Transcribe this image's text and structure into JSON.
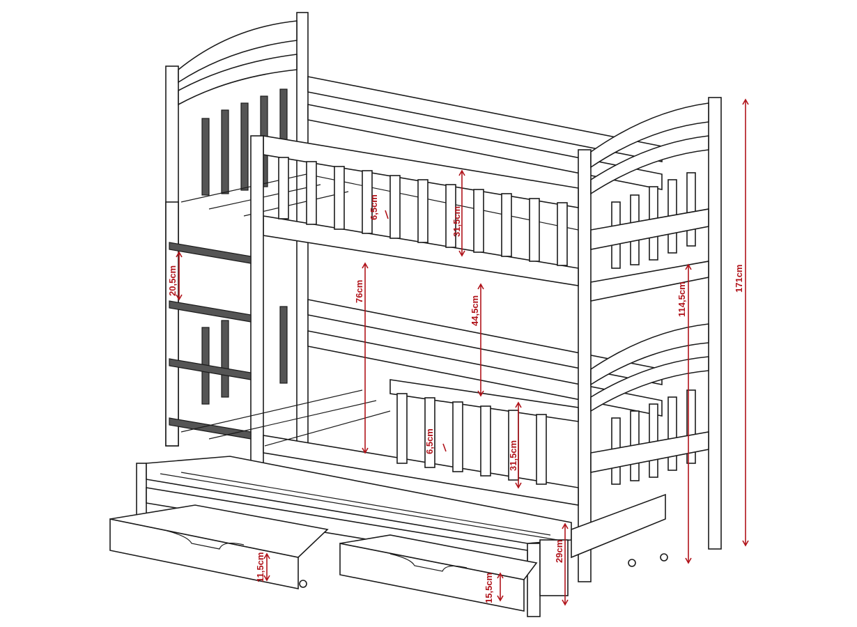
{
  "title": "Bunk bed with trundle and drawers - dimensions",
  "colors": {
    "dimension": "#b0131a",
    "line": "#1a1a1a"
  },
  "dimensions": {
    "upper_slat_gap": "6,5cm",
    "upper_rail_height": "31,5cm",
    "ladder_step": "20,5cm",
    "lower_clearance": "76cm",
    "bunk_gap": "44,5cm",
    "upper_deck_height": "114,5cm",
    "total_height": "171cm",
    "lower_slat_gap": "6,5cm",
    "lower_rail_height": "31,5cm",
    "trundle_height": "29cm",
    "drawer_left_height": "11,5cm",
    "drawer_right_height": "15,5cm"
  }
}
